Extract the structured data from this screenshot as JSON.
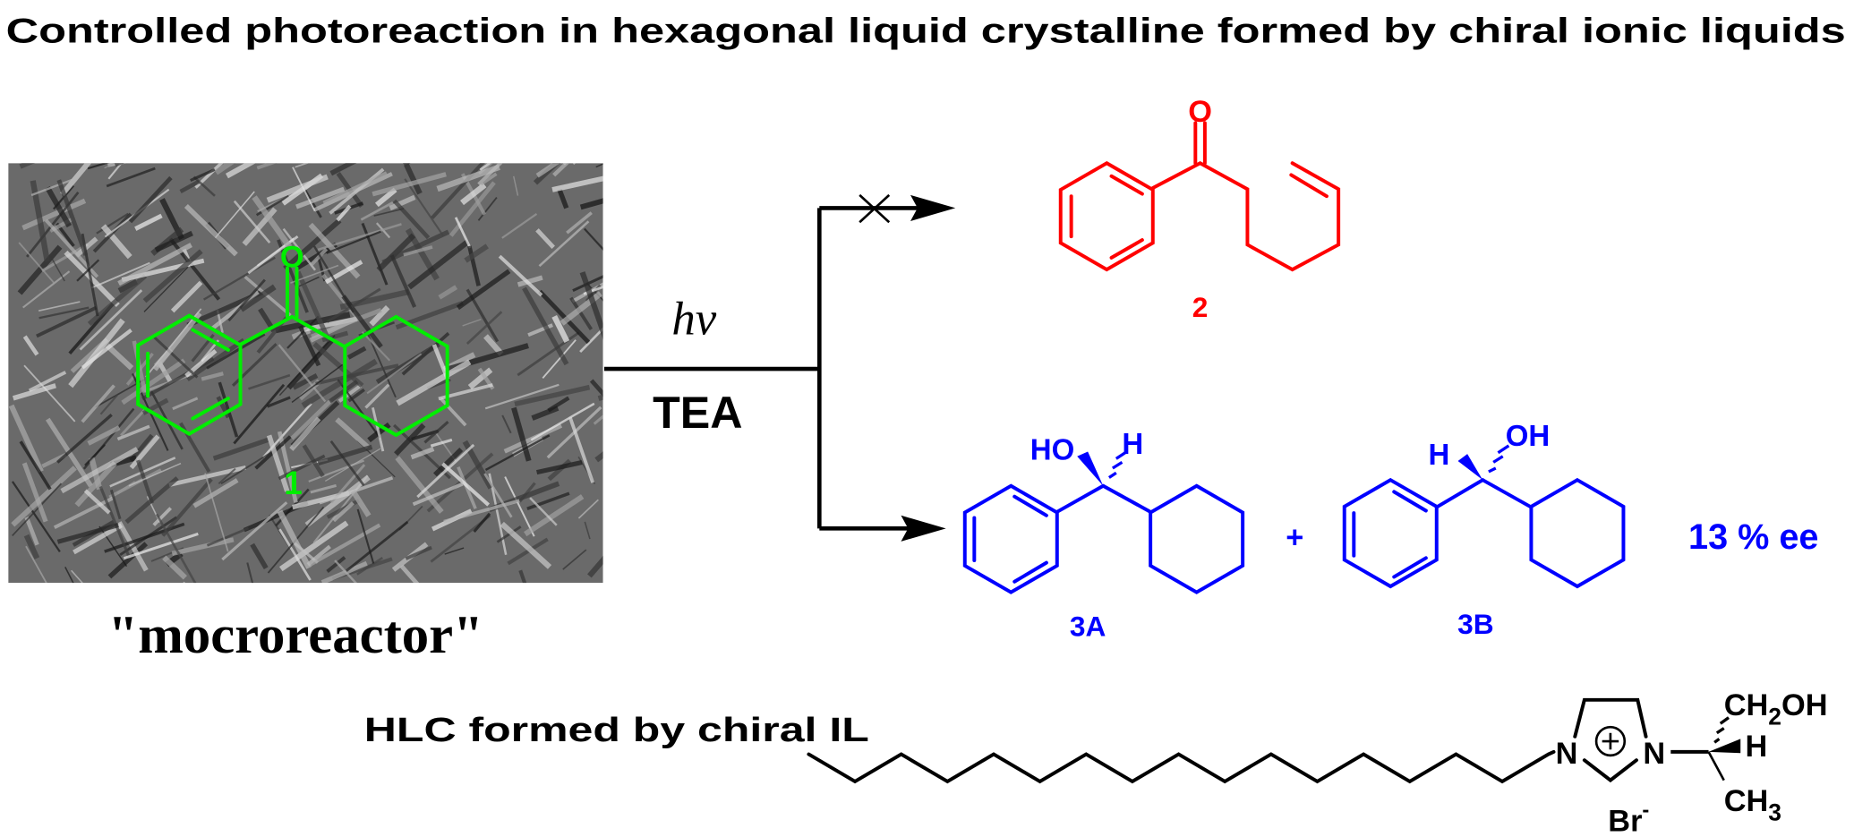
{
  "title": "Controlled photoreaction in hexagonal liquid crystalline formed by chiral ionic liquids",
  "photo_caption": "\"mocroreactor\"",
  "reaction": {
    "conditions_top": "hν",
    "conditions_bottom": "TEA"
  },
  "compounds": {
    "c1": {
      "label": "1",
      "atoms": {
        "o": "O"
      }
    },
    "c2": {
      "label": "2",
      "atoms": {
        "o": "O"
      }
    },
    "c3a": {
      "label": "3A",
      "atoms": {
        "ho": "HO",
        "h": "H"
      }
    },
    "c3b": {
      "label": "3B",
      "atoms": {
        "h": "H",
        "oh": "OH"
      }
    },
    "plus": "+",
    "ee": "13 % ee"
  },
  "ionic_liquid": {
    "caption": "HLC formed by chiral IL",
    "atoms": {
      "n1": "N",
      "n2": "N",
      "plus": "+",
      "br": "Br",
      "br_charge": "-",
      "ch2oh_a": "CH",
      "ch2oh_sub": "2",
      "ch2oh_b": "OH",
      "h": "H",
      "ch3_a": "CH",
      "ch3_sub": "3"
    }
  },
  "colors": {
    "green": "#00ee00",
    "red": "#ff0000",
    "blue": "#0000ff",
    "black": "#000000"
  }
}
